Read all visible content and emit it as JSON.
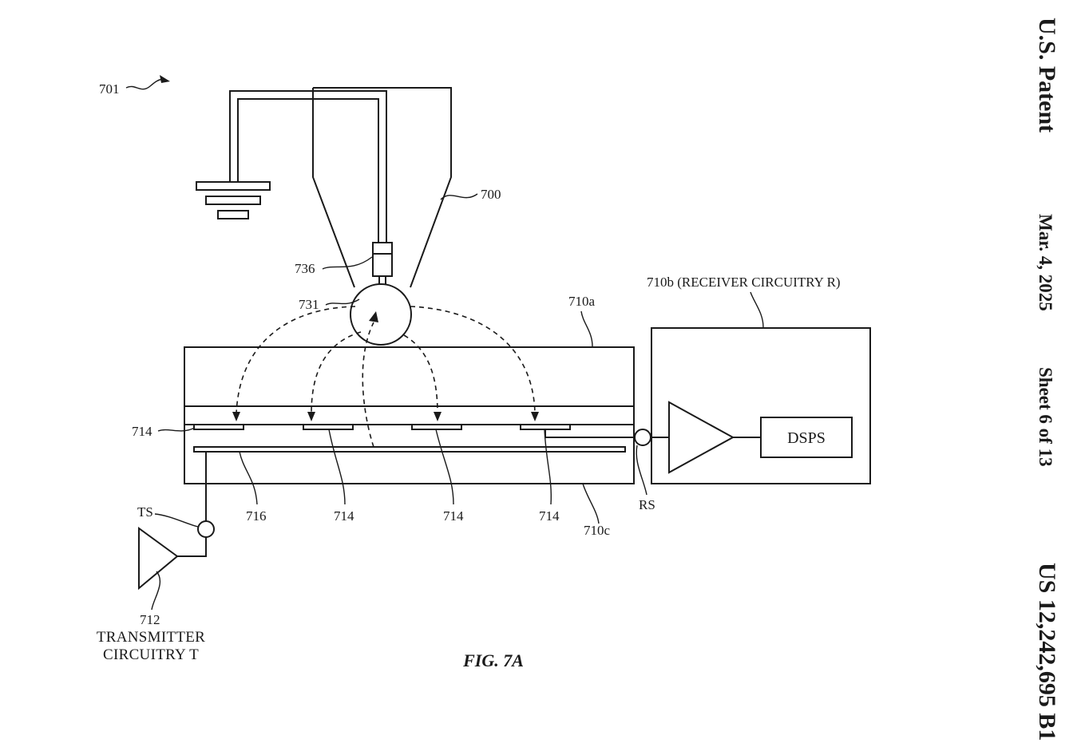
{
  "header": {
    "title": "U.S. Patent",
    "date": "Mar. 4, 2025",
    "sheet": "Sheet 6 of 13",
    "patent_number": "US 12,242,695 B1"
  },
  "figure": {
    "caption": "FIG. 7A",
    "labels": {
      "system": "701",
      "stylus": "700",
      "component_736": "736",
      "tip_731": "731",
      "top_layer": "710a",
      "receiver": "710b (RECEIVER CIRCUITRY R)",
      "bottom_layer": "710c",
      "electrode_714": "714",
      "electrode_716": "716",
      "dsps": "DSPS",
      "rs": "RS",
      "ts": "TS",
      "transmitter_number": "712",
      "transmitter_line1": "TRANSMITTER",
      "transmitter_line2": "CIRCUITRY T"
    }
  }
}
